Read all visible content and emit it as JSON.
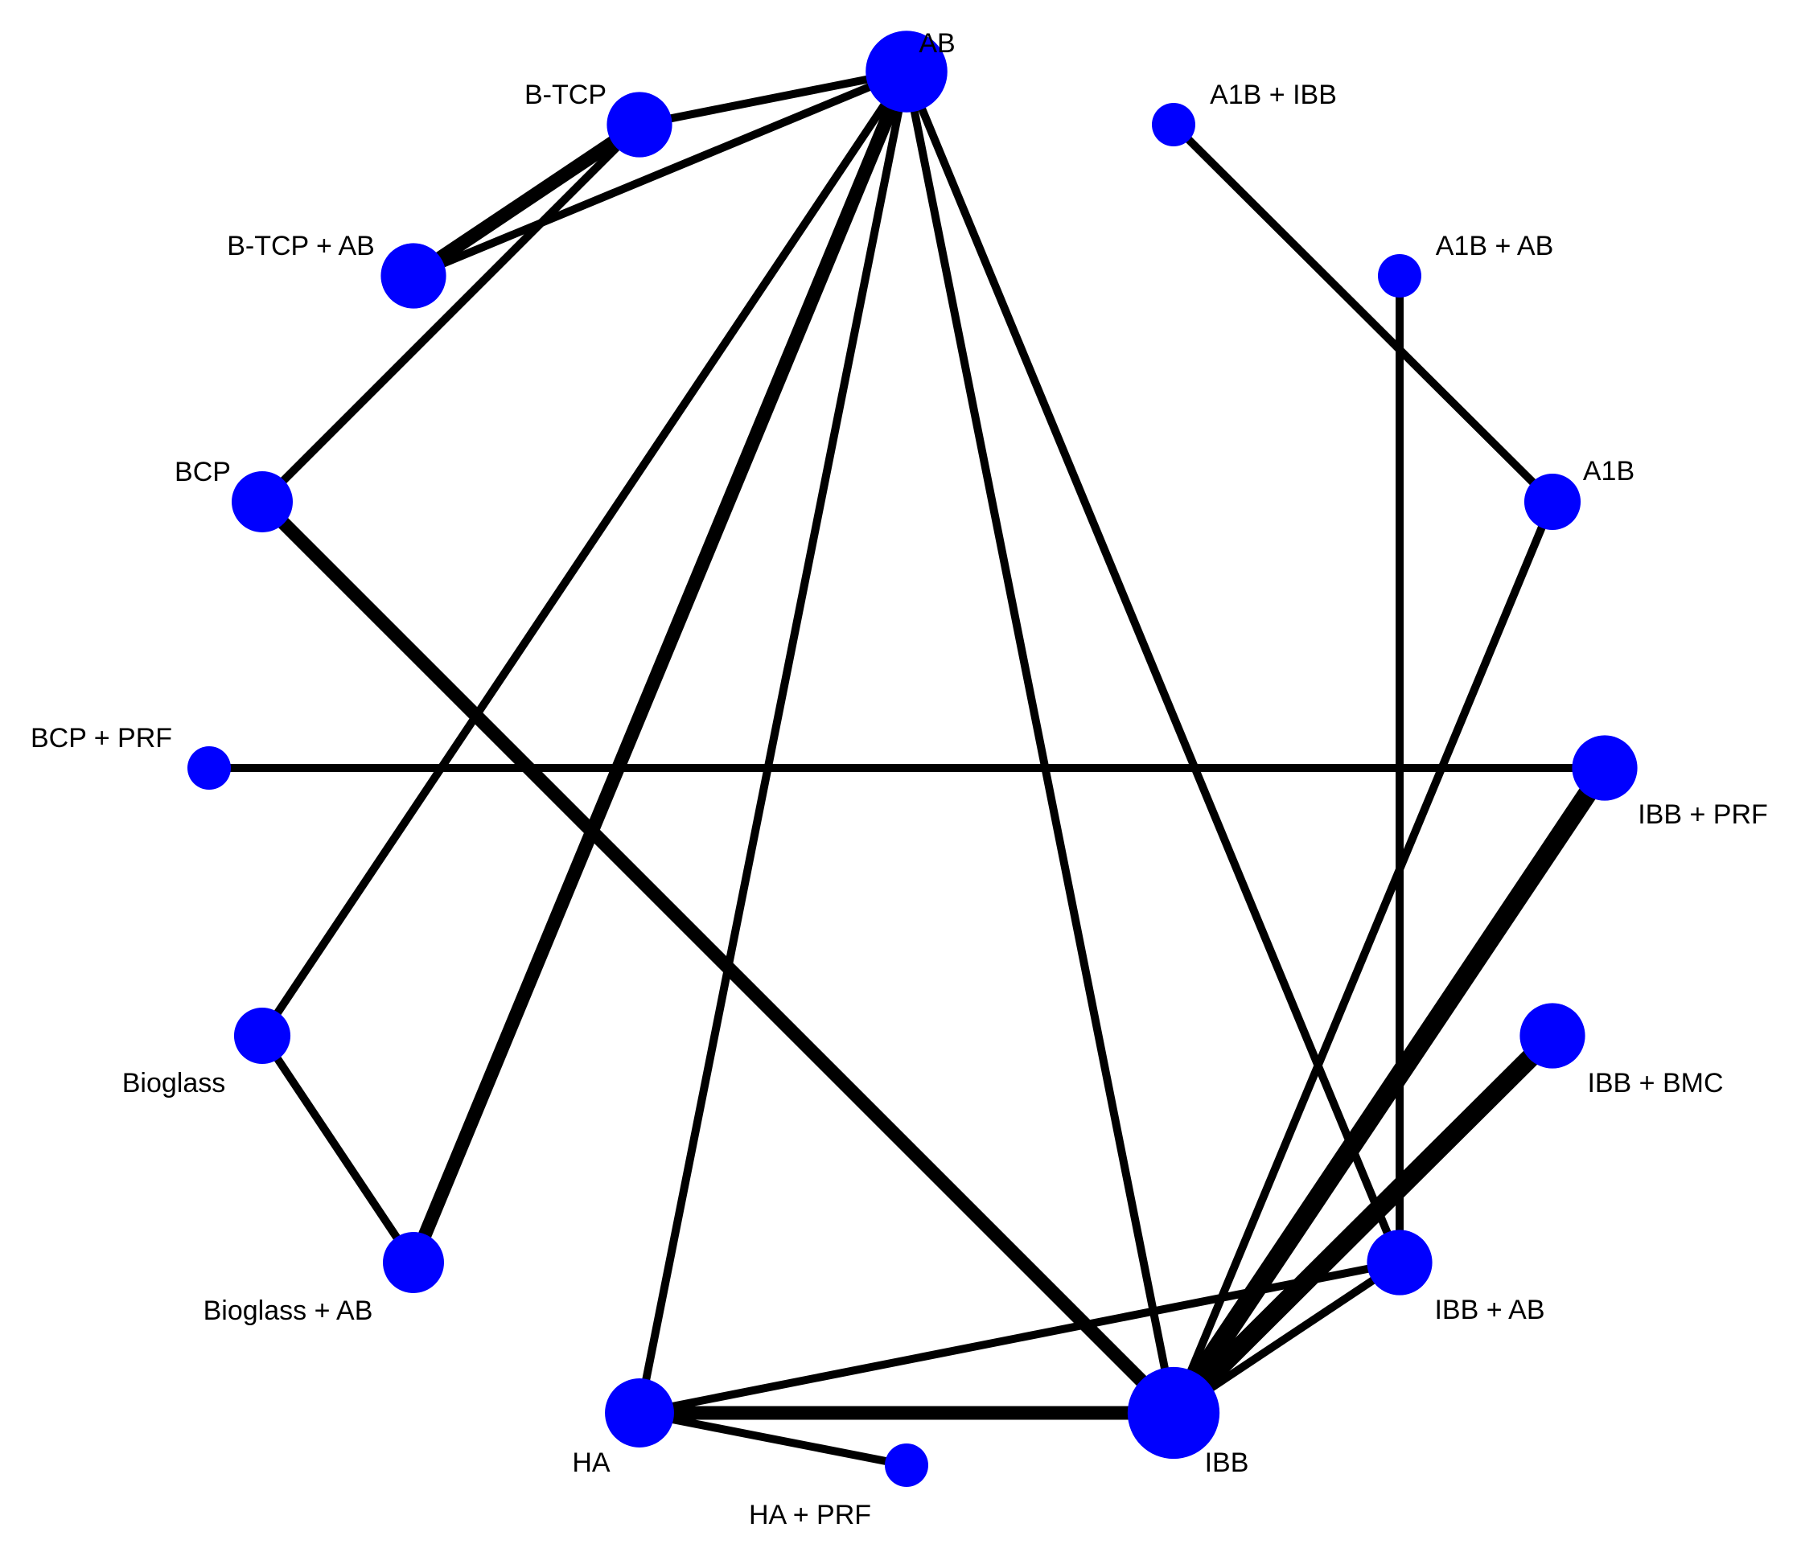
{
  "diagram": {
    "type": "network-graph",
    "colors": {
      "node": "#0000ff",
      "edge": "#000000",
      "background": "#ffffff"
    },
    "nodes": [
      {
        "id": "AB",
        "label": "AB",
        "weight": 10
      },
      {
        "id": "A1B_IBB",
        "label": "A1B + IBB",
        "weight": 1
      },
      {
        "id": "A1B_AB",
        "label": "A1B + AB",
        "weight": 1
      },
      {
        "id": "A1B",
        "label": "A1B",
        "weight": 3
      },
      {
        "id": "IBB_PRF",
        "label": "IBB + PRF",
        "weight": 5
      },
      {
        "id": "IBB_BMC",
        "label": "IBB + BMC",
        "weight": 5
      },
      {
        "id": "IBB_AB",
        "label": "IBB + AB",
        "weight": 5
      },
      {
        "id": "IBB",
        "label": "IBB",
        "weight": 14
      },
      {
        "id": "HA_PRF",
        "label": "HA + PRF",
        "weight": 1
      },
      {
        "id": "HA",
        "label": "HA",
        "weight": 6
      },
      {
        "id": "Bioglass_AB",
        "label": "Bioglass + AB",
        "weight": 4
      },
      {
        "id": "Bioglass",
        "label": "Bioglass",
        "weight": 3
      },
      {
        "id": "BCP_PRF",
        "label": "BCP + PRF",
        "weight": 1
      },
      {
        "id": "BCP",
        "label": "BCP",
        "weight": 4
      },
      {
        "id": "BTCP_AB",
        "label": "B-TCP + AB",
        "weight": 5
      },
      {
        "id": "BTCP",
        "label": "B-TCP",
        "weight": 5
      }
    ],
    "edges": [
      {
        "source": "AB",
        "target": "BTCP",
        "weight": 1
      },
      {
        "source": "AB",
        "target": "BTCP_AB",
        "weight": 1
      },
      {
        "source": "AB",
        "target": "Bioglass",
        "weight": 1
      },
      {
        "source": "AB",
        "target": "Bioglass_AB",
        "weight": 2
      },
      {
        "source": "AB",
        "target": "HA",
        "weight": 1
      },
      {
        "source": "AB",
        "target": "IBB",
        "weight": 1
      },
      {
        "source": "AB",
        "target": "IBB_AB",
        "weight": 1
      },
      {
        "source": "BTCP",
        "target": "BTCP_AB",
        "weight": 2
      },
      {
        "source": "BTCP",
        "target": "BCP",
        "weight": 1
      },
      {
        "source": "BCP",
        "target": "IBB",
        "weight": 2
      },
      {
        "source": "BCP_PRF",
        "target": "IBB_PRF",
        "weight": 1
      },
      {
        "source": "Bioglass",
        "target": "Bioglass_AB",
        "weight": 1
      },
      {
        "source": "HA",
        "target": "HA_PRF",
        "weight": 1
      },
      {
        "source": "HA",
        "target": "IBB",
        "weight": 2
      },
      {
        "source": "HA",
        "target": "IBB_AB",
        "weight": 1
      },
      {
        "source": "IBB",
        "target": "IBB_PRF",
        "weight": 3
      },
      {
        "source": "IBB",
        "target": "IBB_BMC",
        "weight": 3
      },
      {
        "source": "IBB",
        "target": "IBB_AB",
        "weight": 1
      },
      {
        "source": "IBB",
        "target": "A1B",
        "weight": 1
      },
      {
        "source": "IBB_AB",
        "target": "A1B_AB",
        "weight": 1
      },
      {
        "source": "A1B",
        "target": "A1B_IBB",
        "weight": 1
      }
    ]
  }
}
